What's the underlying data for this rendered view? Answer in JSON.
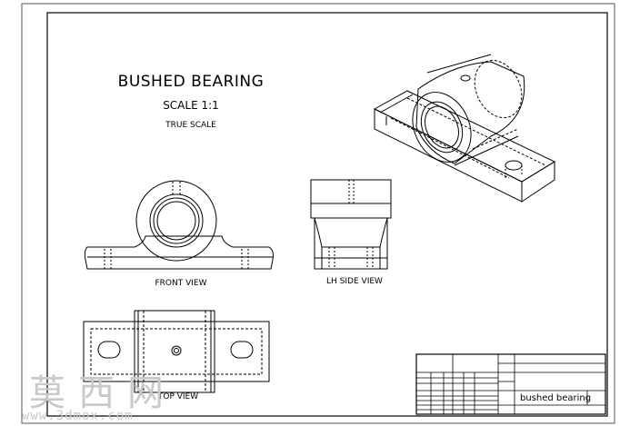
{
  "drawing": {
    "title": "BUSHED BEARING",
    "scale": "SCALE 1:1",
    "scale_note": "TRUE SCALE"
  },
  "views": {
    "front": "FRONT VIEW",
    "side": "LH SIDE VIEW",
    "top": "TOP VIEW"
  },
  "title_block": {
    "drawing_name": "bushed bearing"
  },
  "watermark": {
    "text": "莫西网",
    "url": "www.3dmox.com"
  }
}
